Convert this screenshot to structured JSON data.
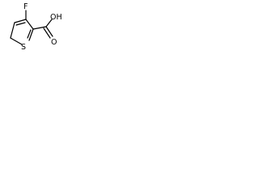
{
  "molecule": {
    "atoms": {
      "fluorine": "F",
      "sulfur": "S",
      "carbonyl_oxygen": "O",
      "hydroxyl": "OH"
    },
    "colors": {
      "bond": "#000000",
      "background": "#ffffff"
    }
  }
}
